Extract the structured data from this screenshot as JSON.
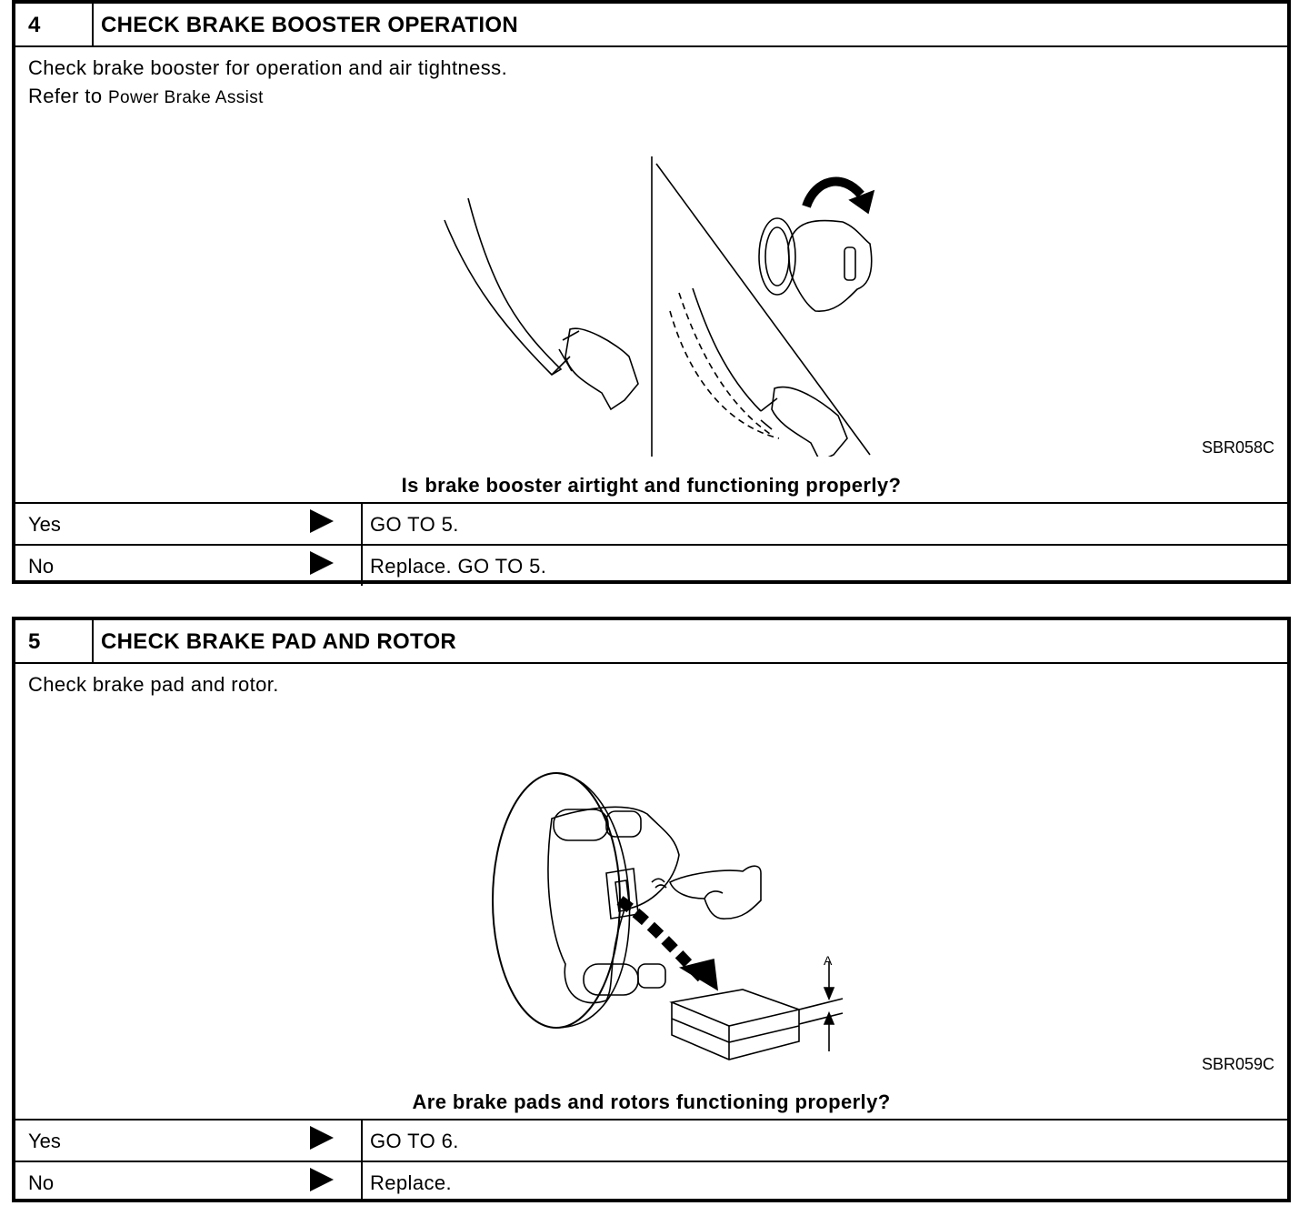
{
  "steps": [
    {
      "number": "4",
      "title": "CHECK BRAKE BOOSTER OPERATION",
      "instruction_line1": "Check brake booster for operation and air tightness.",
      "instruction_line2_prefix": "Refer to",
      "instruction_line2_link": "Power Brake Assist",
      "figure_code": "SBR058C",
      "question": "Is brake booster airtight and functioning properly?",
      "answers": [
        {
          "label": "Yes",
          "action": "GO TO 5."
        },
        {
          "label": "No",
          "action": "Replace. GO TO 5."
        }
      ]
    },
    {
      "number": "5",
      "title": "CHECK BRAKE PAD AND ROTOR",
      "instruction_line1": "Check brake pad and rotor.",
      "figure_code": "SBR059C",
      "figure_label_a": "A",
      "question": "Are brake pads and rotors functioning properly?",
      "answers": [
        {
          "label": "Yes",
          "action": "GO TO 6."
        },
        {
          "label": "No",
          "action": "Replace."
        }
      ]
    }
  ]
}
